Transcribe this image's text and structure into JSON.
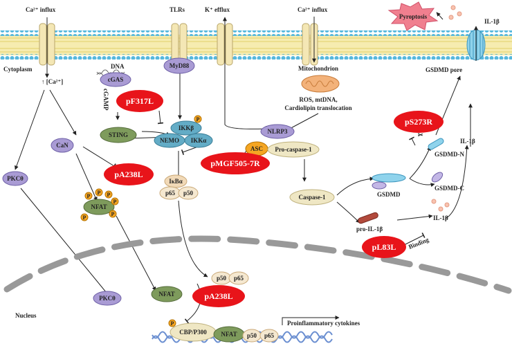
{
  "colors": {
    "membrane_head": "#57b8dd",
    "membrane_tail": "#f1e08a",
    "inhibitor_red": "#e8141a",
    "node_purple": "#a99bd4",
    "node_blue": "#63acc6",
    "node_green": "#7e9b5c",
    "node_tan": "#efe7c4",
    "node_orange": "#f5a623",
    "pyroptosis": "#f07f8f",
    "dna_blue": "#6b8fd1"
  },
  "labels": {
    "ca_influx_left": "Ca²⁺ influx",
    "ca_influx_right": "Ca²⁺ influx",
    "tlrs": "TLRs",
    "k_efflux": "K⁺ efflux",
    "il1b_top": "IL-1β",
    "pyroptosis": "Pyroptosis",
    "gsdmd_pore": "GSDMD pore",
    "cytoplasm": "Cytoplasm",
    "ca_conc": "↑ [Ca²⁺]",
    "dna": "DNA",
    "cgamp": "cGAMP",
    "mitochondrion": "Mitochondrion",
    "ros_line1": "ROS, mtDNA,",
    "ros_line2": "Cardiolipin translocation",
    "il1b_mid": "IL-1β",
    "gsdmd": "GSDMD",
    "gsdmd_n": "GSDMD-N",
    "gsdmd_c": "GSDMD-C",
    "pro_il1b": "pro-IL-1β",
    "il1b_low": "IL-1β",
    "binding": "Binding",
    "nucleus": "Nucleus",
    "proinflammatory": "Proinflammatory cytokines"
  },
  "nodes": {
    "myd88": "MyD88",
    "cgas": "cGAS",
    "sting": "STING",
    "ikkb": "IKKβ",
    "nemo": "NEMO",
    "ikka": "IKKα",
    "p_small": "P",
    "can": "CaN",
    "pkc_cyto": "PKCθ",
    "nfat_cyto": "NFAT",
    "ikba": "IκBα",
    "p65": "p65",
    "p50": "p50",
    "nlrp3": "NLRP3",
    "asc": "ASC",
    "pro_caspase1": "Pro-caspase-1",
    "caspase1": "Caspase-1",
    "nfat_nuc_mid": "NFAT",
    "p50_nuc": "p50",
    "p65_nuc": "p65",
    "pkc_nuc": "PKCθ",
    "cbp": "CBP/P300",
    "nfat_dna": "NFAT",
    "p50_dna": "p50",
    "p65_dna": "p65"
  },
  "inhibitors": {
    "pf317l": "pF317L",
    "pa238l_top": "pA238L",
    "pmgf": "pMGF505-7R",
    "ps273r": "pS273R",
    "pl83l": "pL83L",
    "pa238l_bottom": "pA238L"
  }
}
